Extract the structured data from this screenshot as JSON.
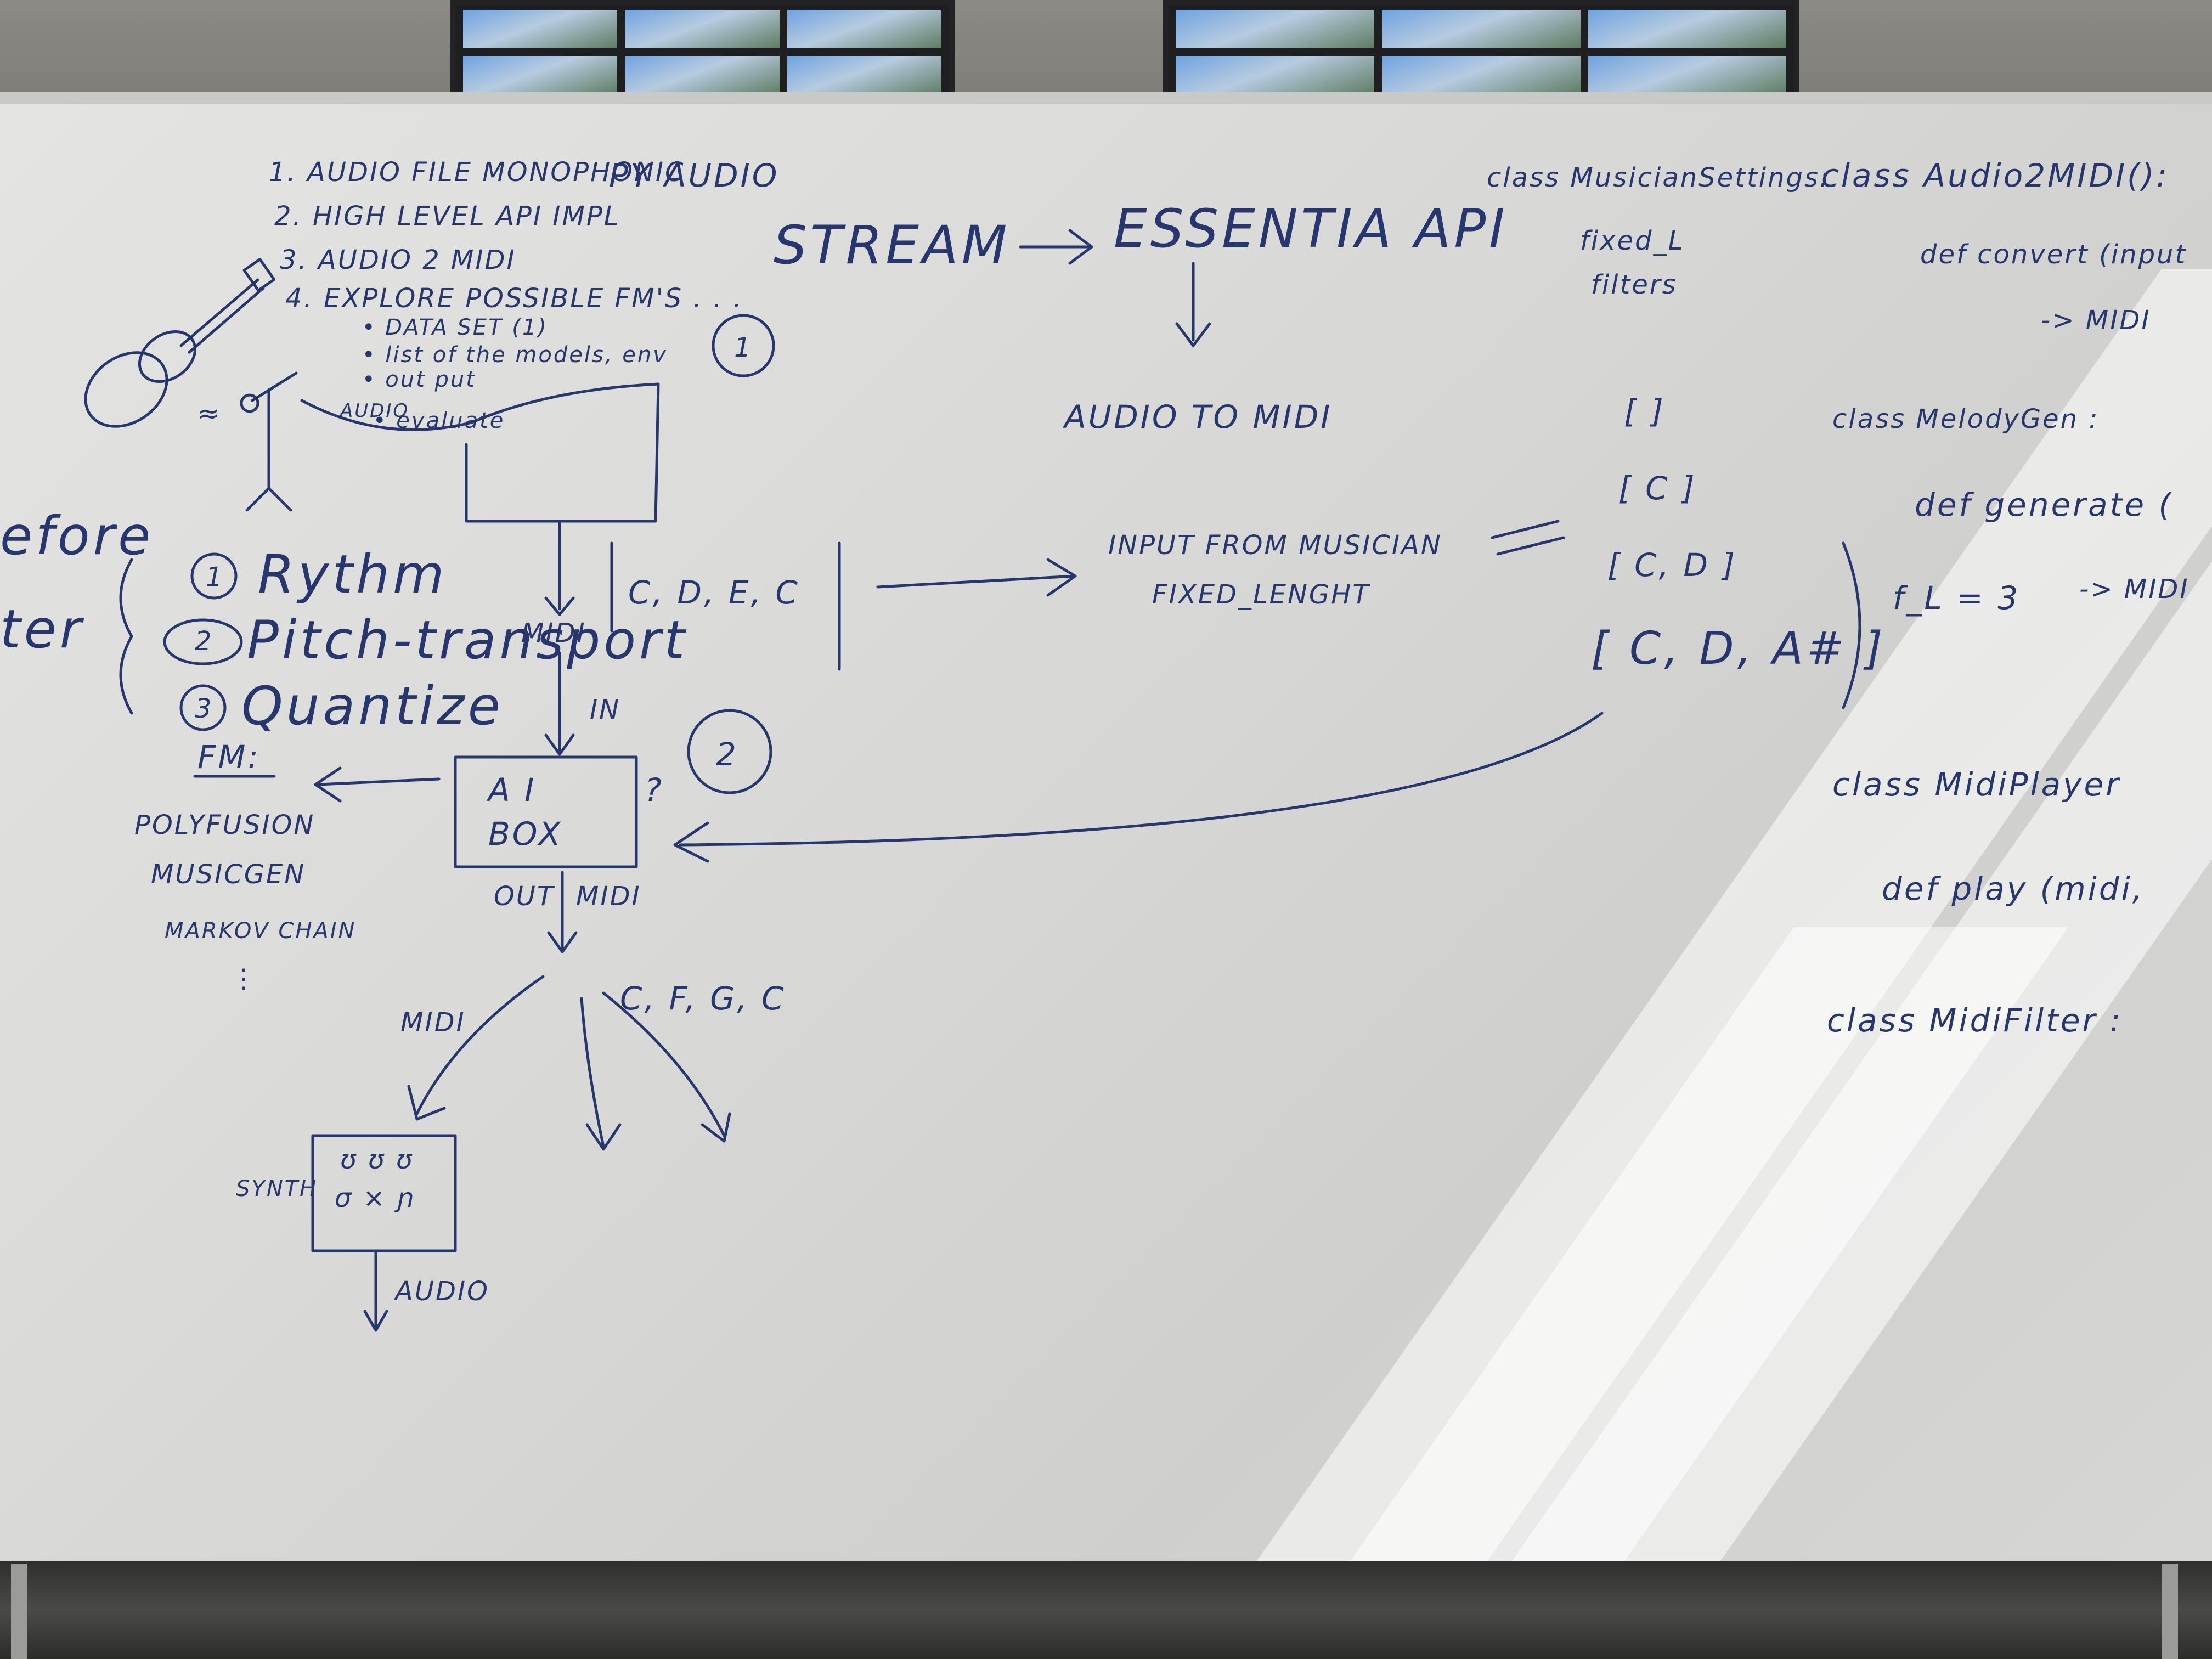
{
  "todo": {
    "items": [
      "1. AUDIO FILE MONOPHONIC",
      "2. HIGH LEVEL API IMPL",
      "3. AUDIO 2 MIDI",
      "4. EXPLORE POSSIBLE FM'S . . ."
    ],
    "subitems": [
      "• DATA SET (1)",
      "• list of the models, env",
      "• out put",
      "• evaluate"
    ],
    "pyaudio": "PY AUDIO"
  },
  "flow": {
    "stream": "STREAM",
    "essentia": "ESSENTIA API",
    "audio_to_midi": "AUDIO TO MIDI",
    "input_from_musician": "INPUT FROM MUSICIAN",
    "fixed_length": "FIXED_LENGHT",
    "notes_in": "C, D, E, C",
    "midi_label": "MIDI",
    "in_label": "IN",
    "ai_box_line1": "A I",
    "ai_box_line2": "BOX",
    "out_label": "OUT",
    "out_midi": "MIDI",
    "notes_out": "C, F, G, C",
    "midi_out": "MIDI",
    "synth": "SYNTH",
    "audio": "AUDIO",
    "question": "?",
    "circle_1": "1",
    "circle_2": "2",
    "audio_label": "AUDIO"
  },
  "processing": {
    "before": "efore",
    "after": "ter",
    "rhythm": "Rythm",
    "pitch": "Pitch-transport",
    "quantize": "Quantize",
    "n1": "1",
    "n2": "2",
    "n3": "3"
  },
  "fm": {
    "title": "FM:",
    "items": [
      "POLYFUSION",
      "MUSICGEN",
      "MARKOV CHAIN",
      "⋮"
    ]
  },
  "sequence": {
    "items": [
      "[ ]",
      "[ C ]",
      "[ C, D ]",
      "[ C, D, A# ]"
    ],
    "fixed_l": "f_L = 3"
  },
  "classes": {
    "musician_settings": "class MusicianSettings:",
    "fixed_l": "fixed_L",
    "filters": "filters",
    "audio2midi": "class Audio2MIDI():",
    "convert": "def convert (input",
    "to_midi": "-> MIDI",
    "melody_gen": "class MelodyGen :",
    "generate": "def generate (",
    "gen_return": "-> MIDI",
    "midi_player": "class MidiPlayer",
    "play": "def play (midi,",
    "midi_filter": "class MidiFilter :"
  },
  "colors": {
    "ink": "#27366e",
    "board": "#dcdcda"
  }
}
